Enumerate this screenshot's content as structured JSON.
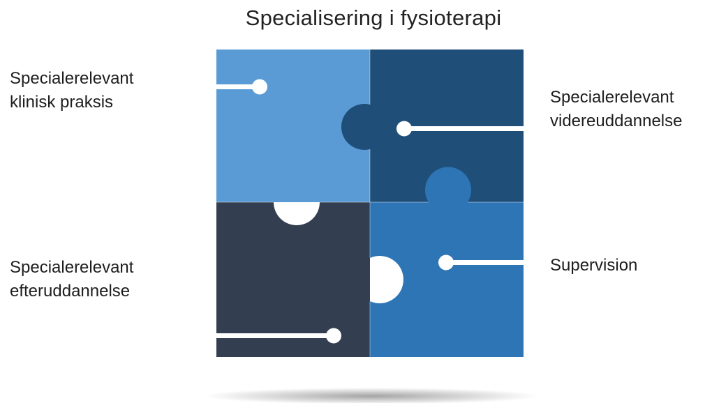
{
  "title": "Specialisering i fysioterapi",
  "pieces": [
    {
      "id": "top-left",
      "label_lines": [
        "Specialerelevant",
        "klinisk praksis"
      ],
      "color": "#5a9bd5"
    },
    {
      "id": "top-right",
      "label_lines": [
        "Specialerelevant",
        "videreuddannelse"
      ],
      "color": "#1f4e79"
    },
    {
      "id": "bottom-left",
      "label_lines": [
        "Specialerelevant",
        "efteruddannelse"
      ],
      "color": "#333f50"
    },
    {
      "id": "bottom-right",
      "label_lines": [
        "Supervision"
      ],
      "color": "#2e75b6"
    }
  ],
  "connector_color": "#ffffff",
  "shadow_color": "#9a9a9a"
}
